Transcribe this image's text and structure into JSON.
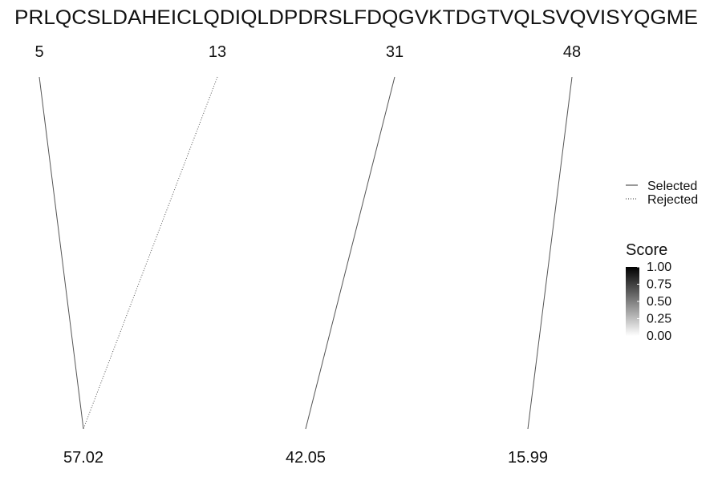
{
  "sequence": "PRLQCSLDAHEICLQDIQLDPDRSLFDQGVKTDGTVQLSVQVISYQGME",
  "positions": [
    "5",
    "13",
    "31",
    "48"
  ],
  "scores": [
    "57.02",
    "42.05",
    "15.99"
  ],
  "connections": [
    {
      "from": 0,
      "to": 0,
      "status": "Selected"
    },
    {
      "from": 1,
      "to": 0,
      "status": "Rejected"
    },
    {
      "from": 2,
      "to": 1,
      "status": "Selected"
    },
    {
      "from": 3,
      "to": 2,
      "status": "Selected"
    }
  ],
  "legend": {
    "selected_label": "Selected",
    "rejected_label": "Rejected"
  },
  "colorbar": {
    "title": "Score",
    "ticks": [
      "1.00",
      "0.75",
      "0.50",
      "0.25",
      "0.00"
    ],
    "color_high": "#000000",
    "color_low": "#ffffff"
  }
}
